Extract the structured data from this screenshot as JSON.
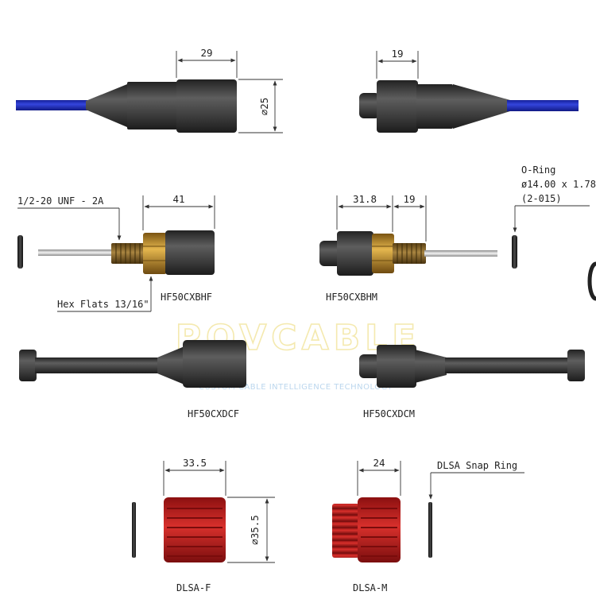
{
  "watermark": {
    "logo": "POVCABLE",
    "tagline": "CUSTOM CABLE INTELLIGENCE TECHNOLOGY"
  },
  "dimensions": {
    "hf50_f_length": "29",
    "hf50_diameter": "∅25",
    "hf50_m_length": "19",
    "bhf_length": "41",
    "bhm_length": "31.8",
    "bhm_thread_length": "19",
    "dlsa_f_length": "33.5",
    "dlsa_diameter": "∅35.5",
    "dlsa_m_length": "24"
  },
  "callouts": {
    "thread": "1/2-20 UNF - 2A",
    "hex": "Hex Flats 13/16\"",
    "oring_title": "O-Ring",
    "oring_size": "ø14.00 x 1.78",
    "oring_code": "(2-015)",
    "snap_ring": "DLSA Snap Ring"
  },
  "parts": {
    "bhf": "HF50CXBHF",
    "bhm": "HF50CXBHM",
    "dcf": "HF50CXDCF",
    "dcm": "HF50CXDCM",
    "dlsa_f": "DLSA-F",
    "dlsa_m": "DLSA-M"
  },
  "colors": {
    "cable": "#2233c8",
    "body": "#3e3e3e",
    "brass": "#c89a38",
    "red": "#c8201e"
  }
}
